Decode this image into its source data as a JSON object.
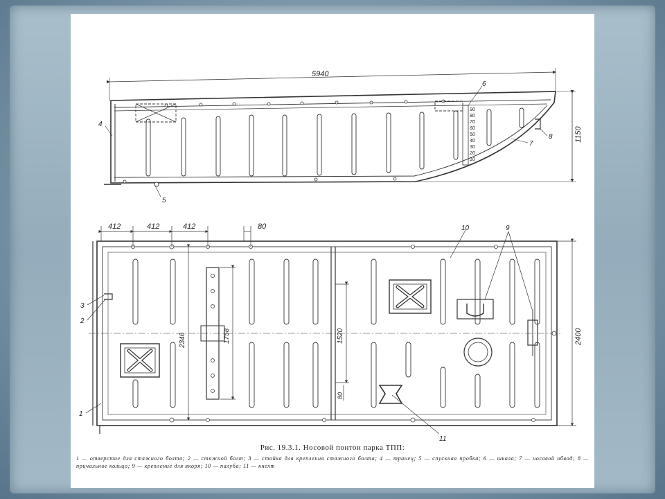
{
  "caption": {
    "title": "Рис. 19.3.1. Носовой понтон парка ТПП:",
    "legend": "1 — отверстие для стяжного болта; 2 — стяжной болт; 3 — стойка для крепления стяжного болта; 4 — транец; 5 — спускная пробка; 6 — шкала; 7 — носовой обвод; 8 — причальное кольцо; 9 — крепление для якоря; 10 — палуба; 11 — кнехт"
  },
  "side_view": {
    "length_dim": "5940",
    "height_dim": "1150",
    "scale_marks": [
      "90",
      "80",
      "70",
      "60",
      "50",
      "40",
      "30",
      "20",
      "10"
    ],
    "callouts": {
      "c4": "4",
      "c5": "5",
      "c6": "6",
      "c7": "7",
      "c8": "8"
    }
  },
  "plan_view": {
    "spacing_dims": [
      "412",
      "412",
      "412",
      "80"
    ],
    "dim_inner": "2346",
    "dim_plate": "1758",
    "dim_mid": "1520",
    "dim_small": "80",
    "dim_width": "2400",
    "callouts": {
      "c1": "1",
      "c2": "2",
      "c3": "3",
      "c9": "9",
      "c10": "10",
      "c11": "11"
    }
  }
}
